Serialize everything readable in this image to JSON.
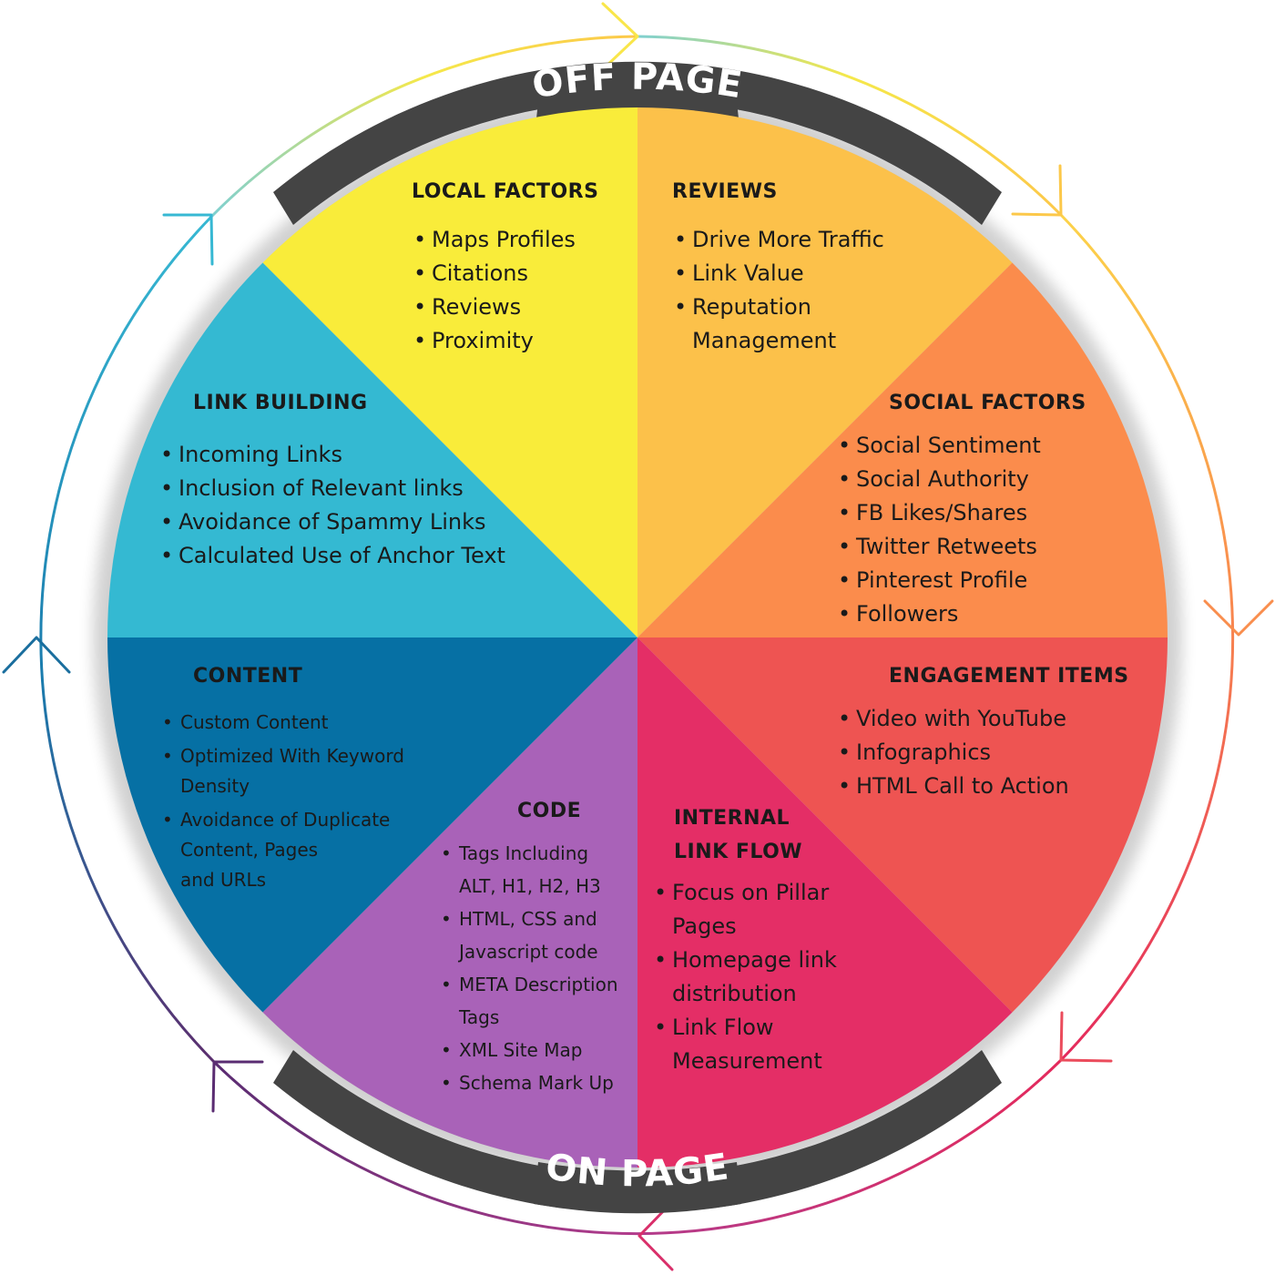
{
  "bands": {
    "top": "OFF PAGE",
    "bottom": "ON PAGE"
  },
  "colors": {
    "local_factors": "#F9EC3A",
    "reviews": "#FCC14A",
    "social_factors": "#FB8C4C",
    "engagement_items": "#EE5452",
    "internal_link_flow": "#E42E66",
    "code": "#A962B8",
    "content": "#0670A4",
    "link_building": "#34B9D2",
    "band": "#444444"
  },
  "segments": {
    "local_factors": {
      "title": "LOCAL FACTORS",
      "items": [
        "Maps Profiles",
        "Citations",
        "Reviews",
        "Proximity"
      ]
    },
    "reviews": {
      "title": "REVIEWS",
      "items": [
        "Drive More Traffic",
        "Link Value",
        "Reputation\nManagement"
      ]
    },
    "social_factors": {
      "title": "SOCIAL FACTORS",
      "items": [
        "Social Sentiment",
        "Social Authority",
        "FB Likes/Shares",
        "Twitter Retweets",
        "Pinterest Profile",
        "Followers"
      ]
    },
    "engagement_items": {
      "title": "ENGAGEMENT ITEMS",
      "items": [
        "Video with YouTube",
        "Infographics",
        "HTML Call to Action"
      ]
    },
    "internal_link_flow": {
      "title": "INTERNAL\nLINK FLOW",
      "items": [
        "Focus on Pillar\nPages",
        "Homepage link\ndistribution",
        "Link Flow\nMeasurement"
      ]
    },
    "code": {
      "title": "CODE",
      "items": [
        "Tags Including\nALT, H1, H2, H3",
        "HTML, CSS and\nJavascript code",
        "META Description\nTags",
        "XML Site Map",
        "Schema Mark Up"
      ]
    },
    "content": {
      "title": "CONTENT",
      "items": [
        "Custom Content",
        "Optimized With Keyword\nDensity",
        "Avoidance of Duplicate\nContent, Pages\nand URLs"
      ]
    },
    "link_building": {
      "title": "LINK BUILDING",
      "items": [
        "Incoming Links",
        "Inclusion of Relevant links",
        "Avoidance of Spammy Links",
        "Calculated Use of Anchor Text"
      ]
    }
  }
}
